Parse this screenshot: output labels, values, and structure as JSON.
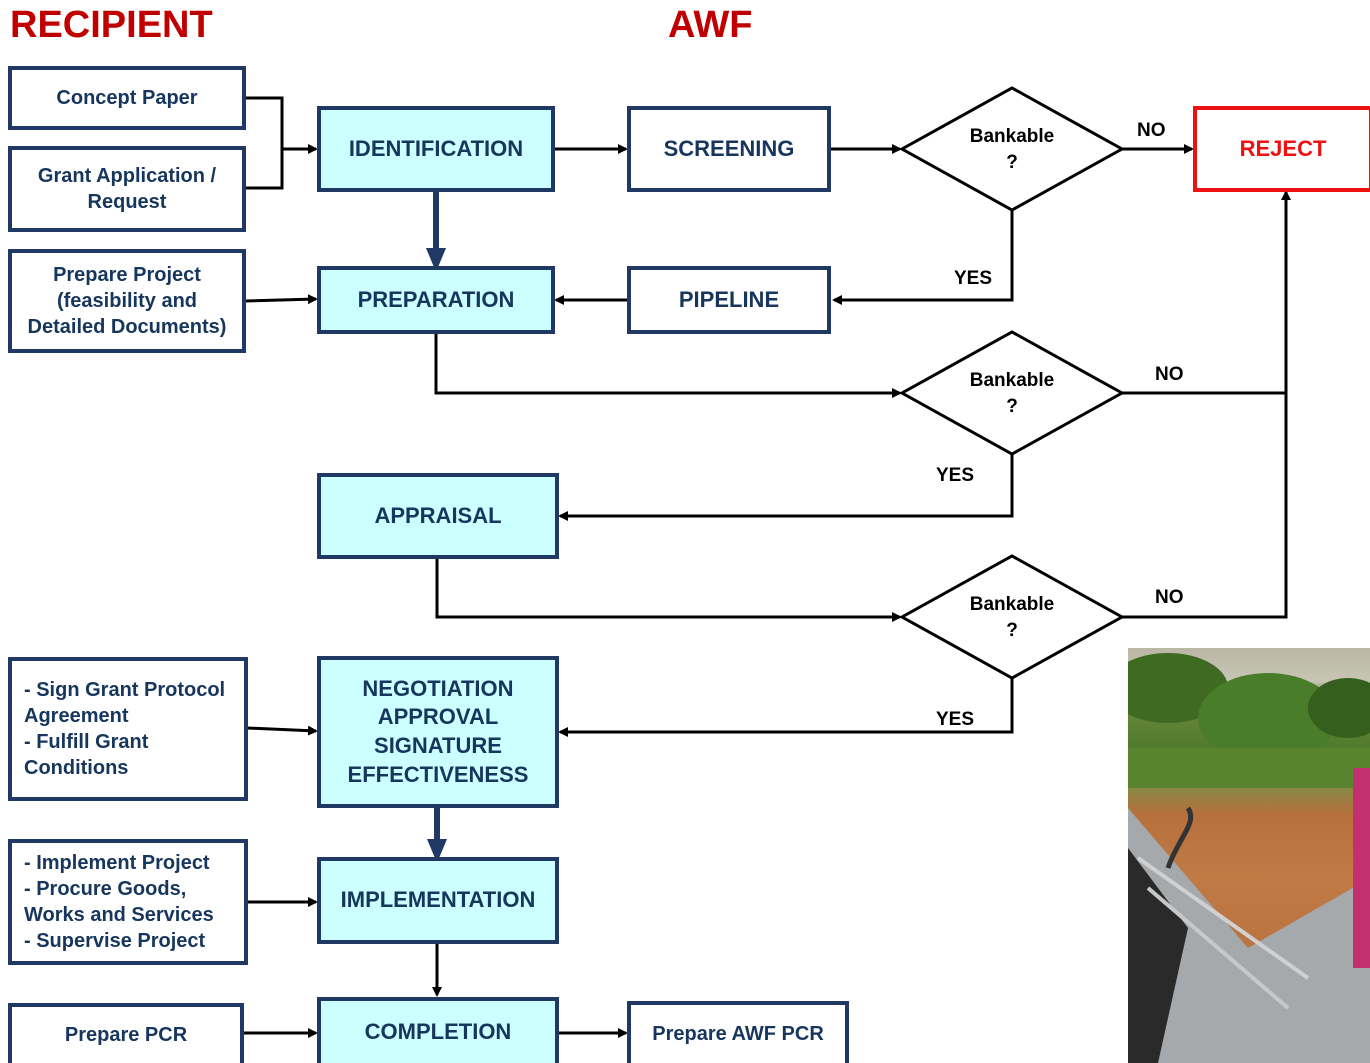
{
  "headers": {
    "recipient": "RECIPIENT",
    "awf": "AWF"
  },
  "recipient_boxes": {
    "concept_paper": "Concept  Paper",
    "grant_application": "Grant Application / Request",
    "prepare_project": "Prepare Project (feasibility and Detailed Documents)",
    "negotiation_tasks": "- Sign Grant Protocol Agreement\n- Fulfill Grant Conditions",
    "implementation_tasks": "- Implement Project\n- Procure Goods, Works and Services\n- Supervise Project",
    "prepare_pcr": "Prepare PCR"
  },
  "stages": {
    "identification": "IDENTIFICATION",
    "preparation": "PREPARATION",
    "appraisal": "APPRAISAL",
    "negotiation": "NEGOTIATION\nAPPROVAL\nSIGNATURE\nEFFECTIVENESS",
    "implementation": "IMPLEMENTATION",
    "completion": "COMPLETION"
  },
  "awf_boxes": {
    "screening": "SCREENING",
    "pipeline": "PIPELINE",
    "prepare_awf_pcr": "Prepare AWF PCR",
    "reject": "REJECT"
  },
  "decisions": {
    "bankable": "Bankable\n?"
  },
  "edge_labels": {
    "yes": "YES",
    "no": "NO"
  },
  "colors": {
    "header": "#c00000",
    "box_border": "#1f3864",
    "stage_fill": "#ccffff",
    "reject": "#ee1111",
    "down_arrow": "#1f3864"
  }
}
